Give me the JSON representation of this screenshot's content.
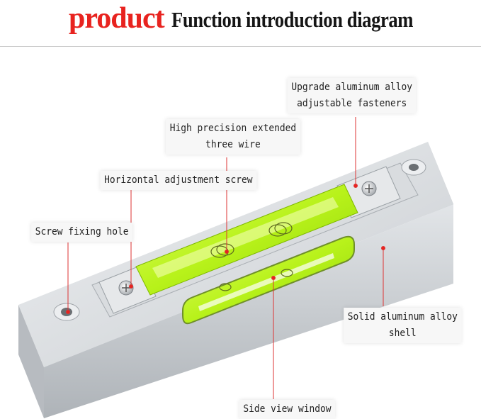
{
  "title": {
    "highlight": "product",
    "rest": "Function introduction diagram"
  },
  "labels": {
    "fasteners_line1": "Upgrade aluminum alloy",
    "fasteners_line2": "adjustable fasteners",
    "wire_line1": "High precision extended",
    "wire_line2": "three wire",
    "adjust_screw": "Horizontal adjustment screw",
    "fixing_hole": "Screw fixing hole",
    "shell_line1": "Solid aluminum alloy",
    "shell_line2": "shell",
    "side_window": "Side view window"
  },
  "colors": {
    "accent_red": "#e8231f",
    "vial_green": "#b8f21a",
    "aluminum": "#d4d7da"
  }
}
